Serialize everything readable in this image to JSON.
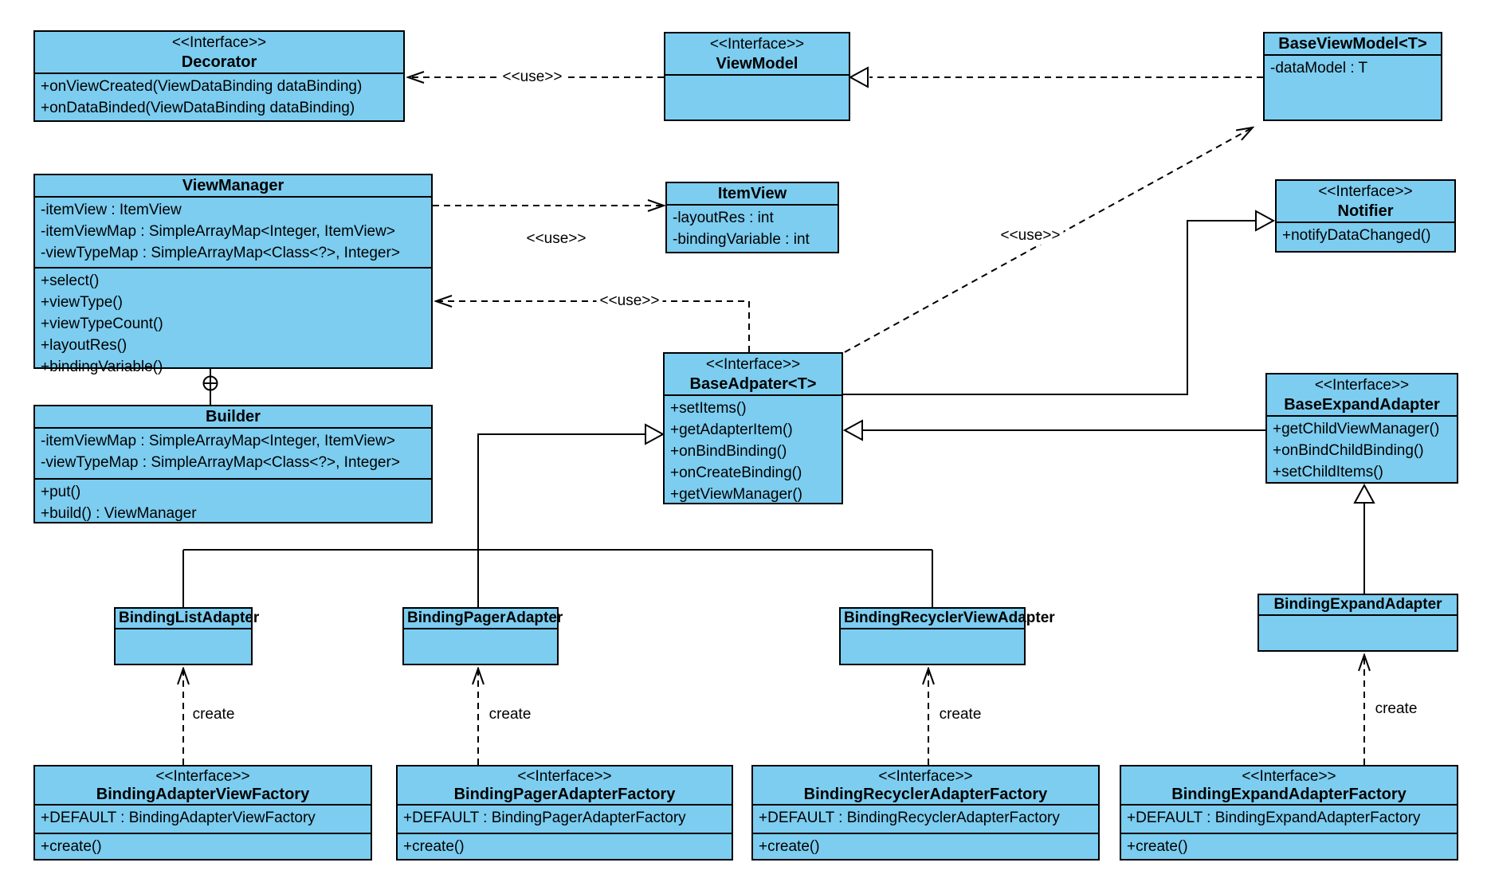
{
  "diagram": {
    "box_fill": "#7ccdf0",
    "box_border": "#000000",
    "background": "#ffffff"
  },
  "labels": {
    "use": "<<use>>",
    "create": "create"
  },
  "classes": [
    {
      "id": "decorator",
      "stereotype": "<<Interface>>",
      "name": "Decorator",
      "methods": [
        "+onViewCreated(ViewDataBinding dataBinding)",
        "+onDataBinded(ViewDataBinding dataBinding)"
      ]
    },
    {
      "id": "viewmodel",
      "stereotype": "<<Interface>>",
      "name": "ViewModel",
      "methods": []
    },
    {
      "id": "baseviewmodel",
      "name": "BaseViewModel<T>",
      "attributes": [
        "-dataModel : T"
      ]
    },
    {
      "id": "viewmanager",
      "name": "ViewManager",
      "attributes": [
        "-itemView : ItemView",
        "-itemViewMap : SimpleArrayMap<Integer, ItemView>",
        "-viewTypeMap : SimpleArrayMap<Class<?>, Integer>"
      ],
      "methods": [
        "+select()",
        "+viewType()",
        "+viewTypeCount()",
        "+layoutRes()",
        "+bindingVariable()"
      ]
    },
    {
      "id": "itemview",
      "name": "ItemView",
      "attributes": [
        "-layoutRes : int",
        "-bindingVariable : int"
      ]
    },
    {
      "id": "notifier",
      "stereotype": "<<Interface>>",
      "name": "Notifier",
      "methods": [
        "+notifyDataChanged()"
      ]
    },
    {
      "id": "baseadpater",
      "stereotype": "<<Interface>>",
      "name": "BaseAdpater<T>",
      "methods": [
        "+setItems()",
        "+getAdapterItem()",
        "+onBindBinding()",
        "+onCreateBinding()",
        "+getViewManager()"
      ]
    },
    {
      "id": "baseexpandadapter",
      "stereotype": "<<Interface>>",
      "name": "BaseExpandAdapter",
      "methods": [
        "+getChildViewManager()",
        "+onBindChildBinding()",
        "+setChildItems()"
      ]
    },
    {
      "id": "builder",
      "name": "Builder",
      "attributes": [
        "-itemViewMap : SimpleArrayMap<Integer, ItemView>",
        "-viewTypeMap : SimpleArrayMap<Class<?>, Integer>"
      ],
      "methods": [
        "+put()",
        "+build() : ViewManager"
      ]
    },
    {
      "id": "bindinglistadapter",
      "name": "BindingListAdapter"
    },
    {
      "id": "bindingpageradapter",
      "name": "BindingPagerAdapter"
    },
    {
      "id": "bindingrecyclerviewadapter",
      "name": "BindingRecyclerViewAdapter"
    },
    {
      "id": "bindingexpandadapter",
      "name": "BindingExpandAdapter"
    },
    {
      "id": "bindingadapterviewfactory",
      "stereotype": "<<Interface>>",
      "name": "BindingAdapterViewFactory",
      "attributes": [
        "+DEFAULT : BindingAdapterViewFactory"
      ],
      "methods": [
        "+create()"
      ]
    },
    {
      "id": "bindingpageradapterfactory",
      "stereotype": "<<Interface>>",
      "name": "BindingPagerAdapterFactory",
      "attributes": [
        "+DEFAULT : BindingPagerAdapterFactory"
      ],
      "methods": [
        "+create()"
      ]
    },
    {
      "id": "bindingrecycleradapterfactory",
      "stereotype": "<<Interface>>",
      "name": "BindingRecyclerAdapterFactory",
      "attributes": [
        "+DEFAULT : BindingRecyclerAdapterFactory"
      ],
      "methods": [
        "+create()"
      ]
    },
    {
      "id": "bindingexpandadapterfactory",
      "stereotype": "<<Interface>>",
      "name": "BindingExpandAdapterFactory",
      "attributes": [
        "+DEFAULT : BindingExpandAdapterFactory"
      ],
      "methods": [
        "+create()"
      ]
    }
  ]
}
